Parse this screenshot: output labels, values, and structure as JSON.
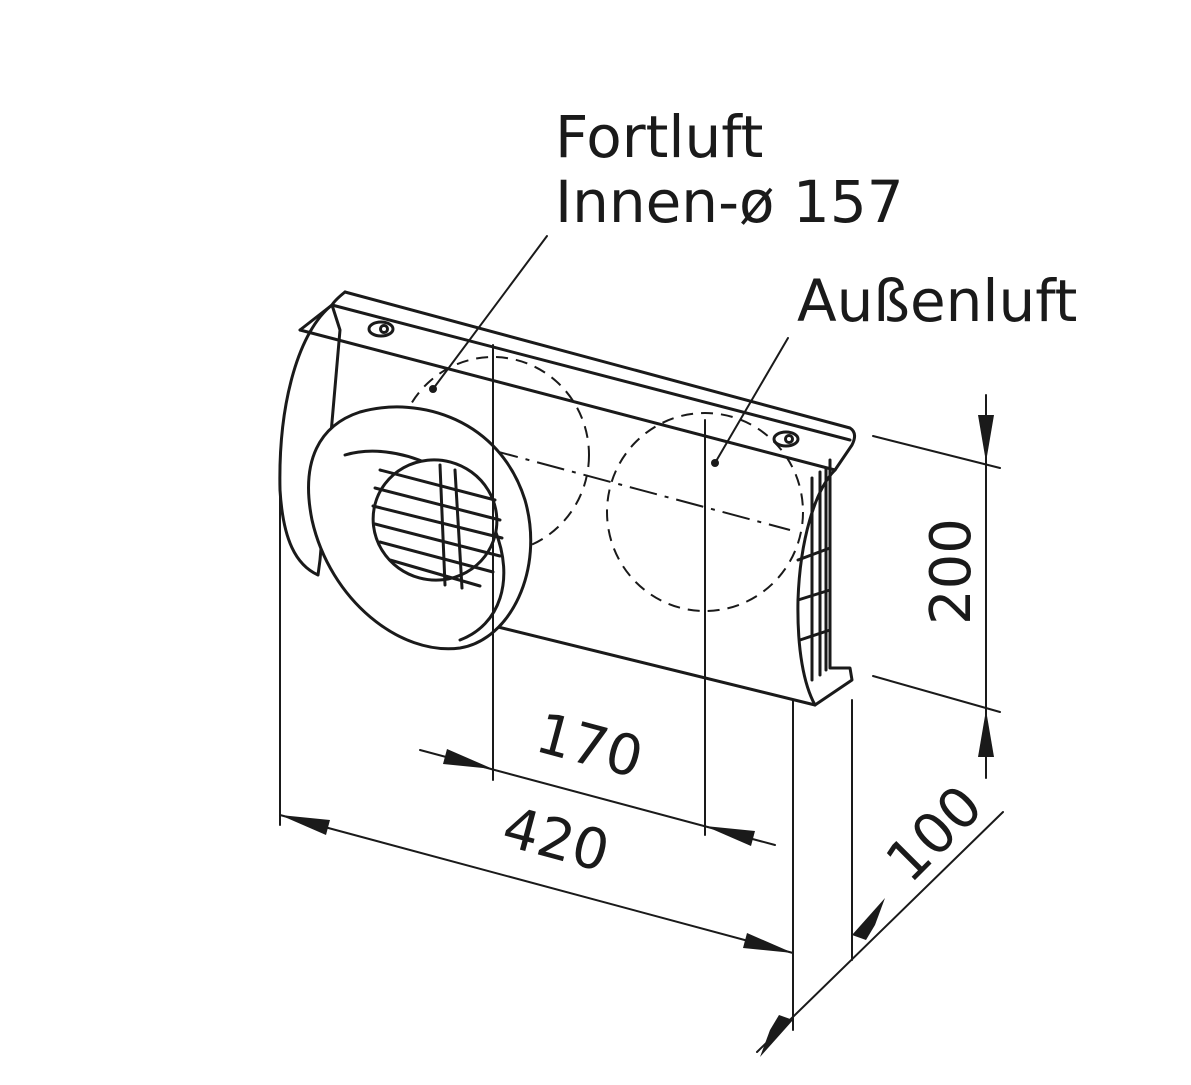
{
  "labels": {
    "exhaust_line1": "Fortluft",
    "exhaust_line2": "Innen-ø 157",
    "outdoor_air": "Außenluft"
  },
  "dimensions": {
    "width_total": "420",
    "spacing": "170",
    "height": "200",
    "depth": "100"
  },
  "colors": {
    "line": "#1a1a1a",
    "background": "#ffffff"
  }
}
